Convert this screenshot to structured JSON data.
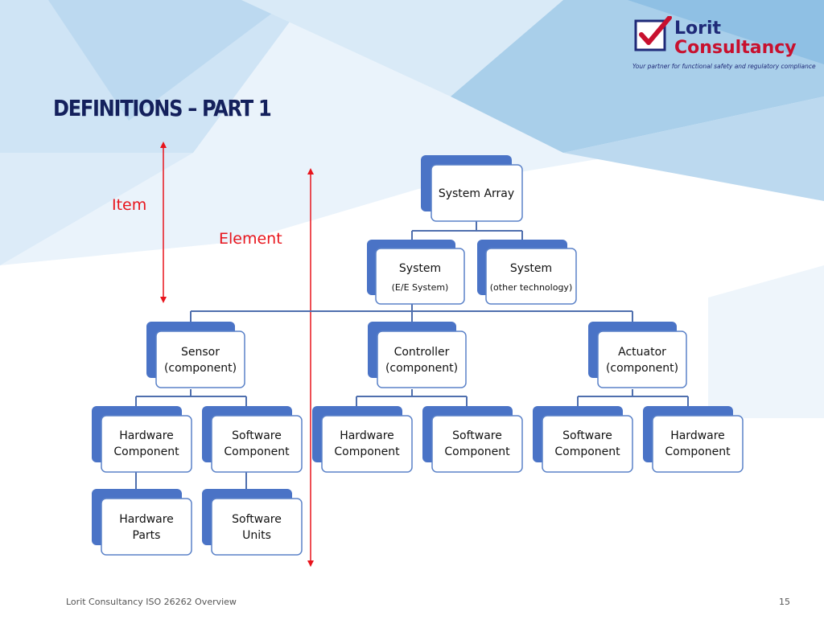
{
  "slide": {
    "title": "DEFINITIONS – PART 1",
    "footer_left": "Lorit Consultancy ISO 26262 Overview",
    "page_number": "15"
  },
  "logo": {
    "line1": "Lorit",
    "line2": "Consultancy",
    "tagline": "Your partner for functional safety and regulatory compliance"
  },
  "labels": {
    "item": "Item",
    "element": "Element"
  },
  "nodes": {
    "system_array": [
      "System Array"
    ],
    "system_ee": [
      "System",
      "(E/E System)"
    ],
    "system_other": [
      "System",
      "(other technology)"
    ],
    "sensor": [
      "Sensor",
      "(component)"
    ],
    "controller": [
      "Controller",
      "(component)"
    ],
    "actuator": [
      "Actuator",
      "(component)"
    ],
    "sensor_hw": [
      "Hardware",
      "Component"
    ],
    "sensor_sw": [
      "Software",
      "Component"
    ],
    "controller_hw": [
      "Hardware",
      "Component"
    ],
    "controller_sw": [
      "Software",
      "Component"
    ],
    "actuator_sw": [
      "Software",
      "Component"
    ],
    "actuator_hw": [
      "Hardware",
      "Component"
    ],
    "hw_parts": [
      "Hardware",
      "Parts"
    ],
    "sw_units": [
      "Software",
      "Units"
    ]
  },
  "colors": {
    "title": "#14205c",
    "red_labels": "#e8141c",
    "node_back": "#4a73c6",
    "node_border": "#5b82c8",
    "connector": "#4f6fae"
  }
}
